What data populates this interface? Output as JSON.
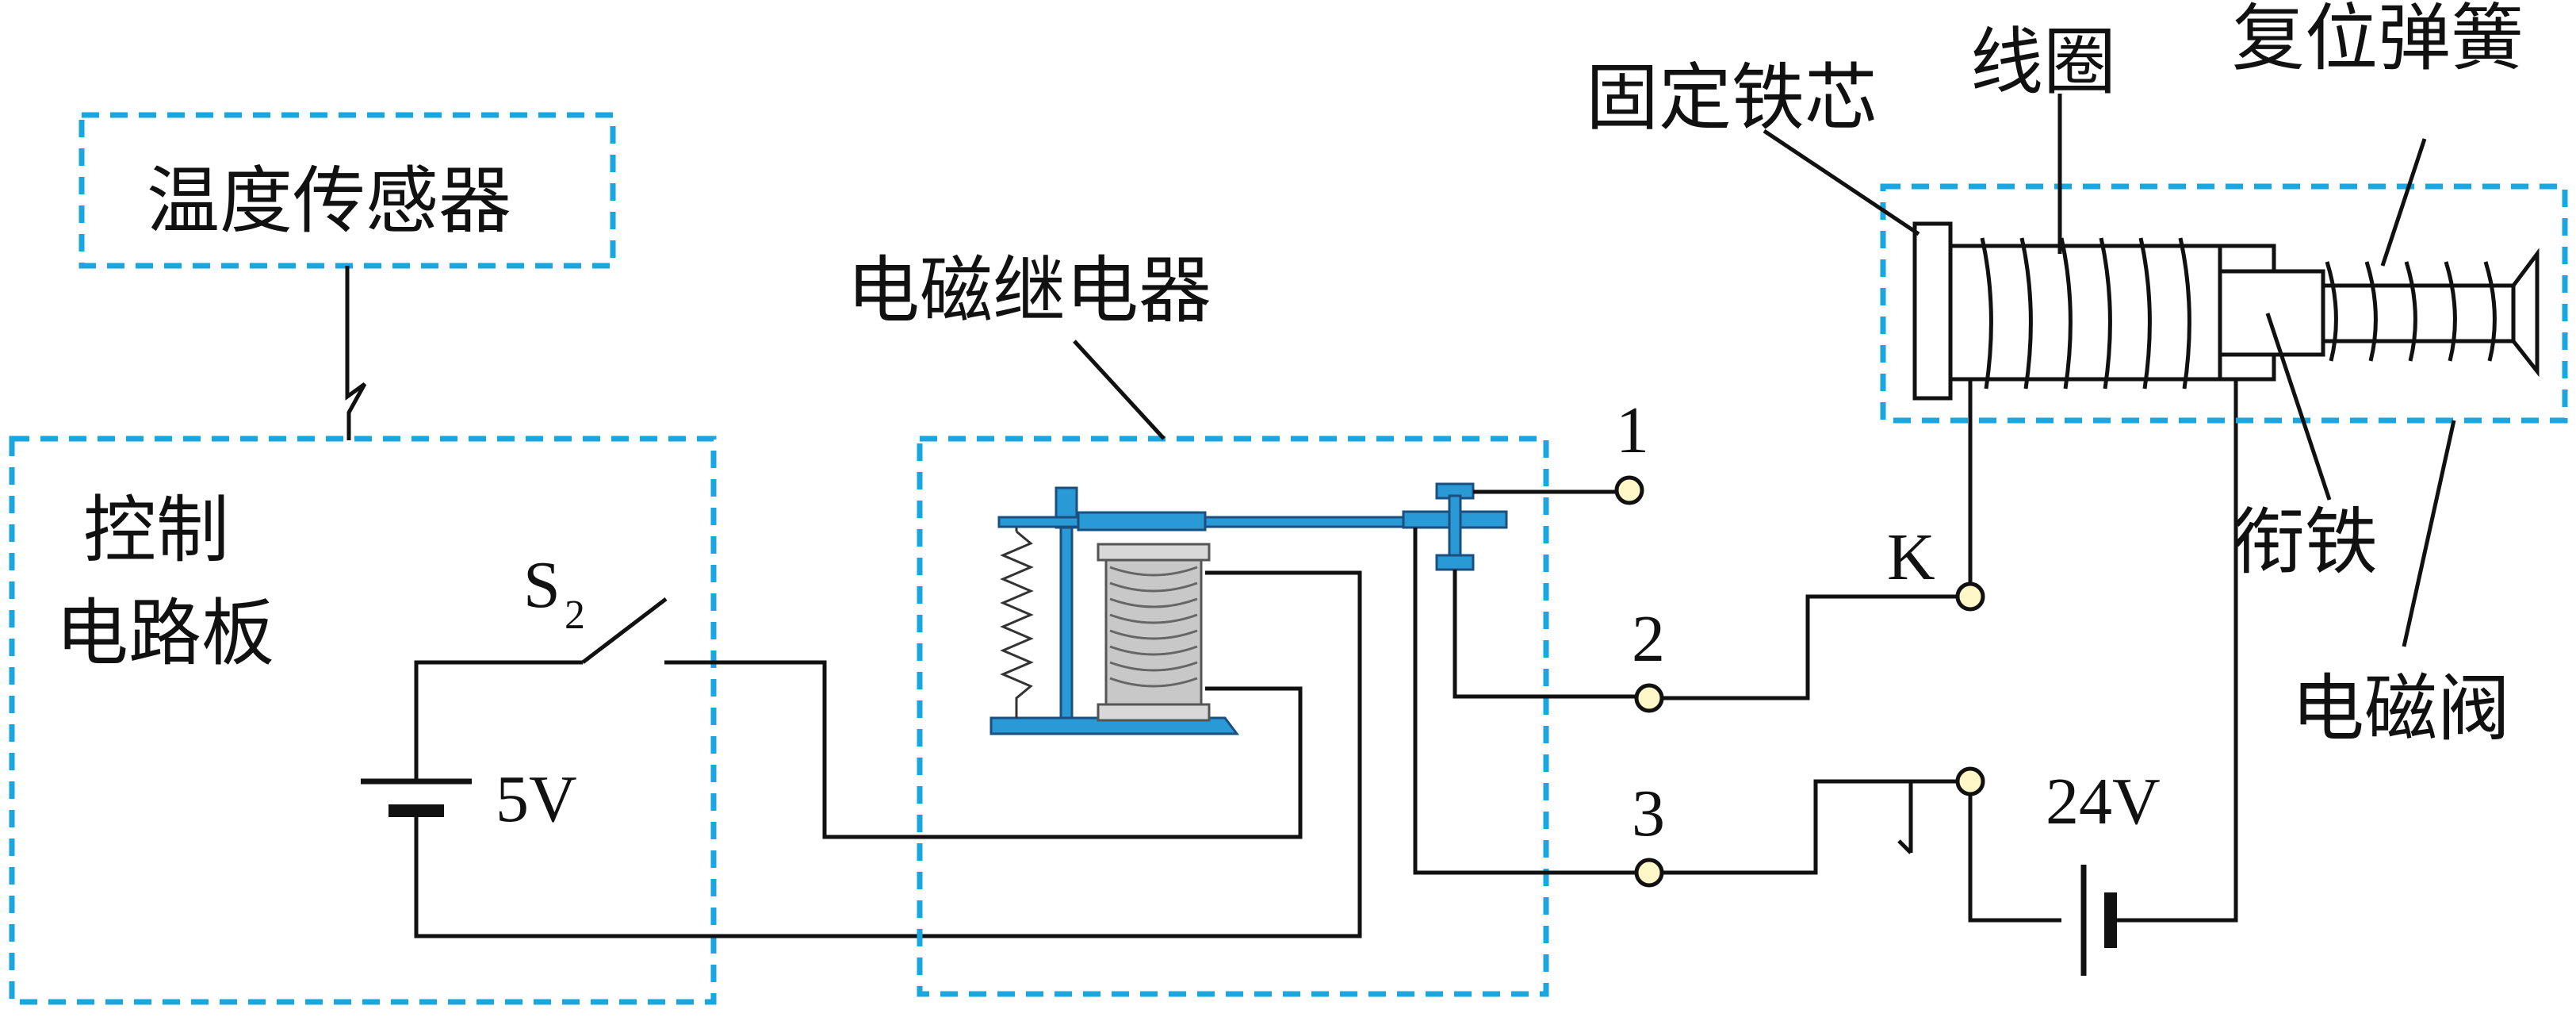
{
  "labels": {
    "temp_sensor": "温度传感器",
    "control_board_line1": "控制",
    "control_board_line2": "电路板",
    "switch_letter": "S",
    "switch_sub": "2",
    "battery_small": "5V",
    "relay": "电磁继电器",
    "fixed_core": "固定铁芯",
    "coil": "线圈",
    "return_spring": "复位弹簧",
    "armature": "衔铁",
    "solenoid_valve": "电磁阀",
    "terminal_k": "K",
    "terminal_1": "1",
    "terminal_2": "2",
    "terminal_3": "3",
    "battery_large": "24V"
  },
  "colors": {
    "dashed_box": "#1aa6df",
    "relay_metal": "#2a9ad6",
    "terminal_fill": "#fff7c7",
    "wire": "#111111"
  }
}
